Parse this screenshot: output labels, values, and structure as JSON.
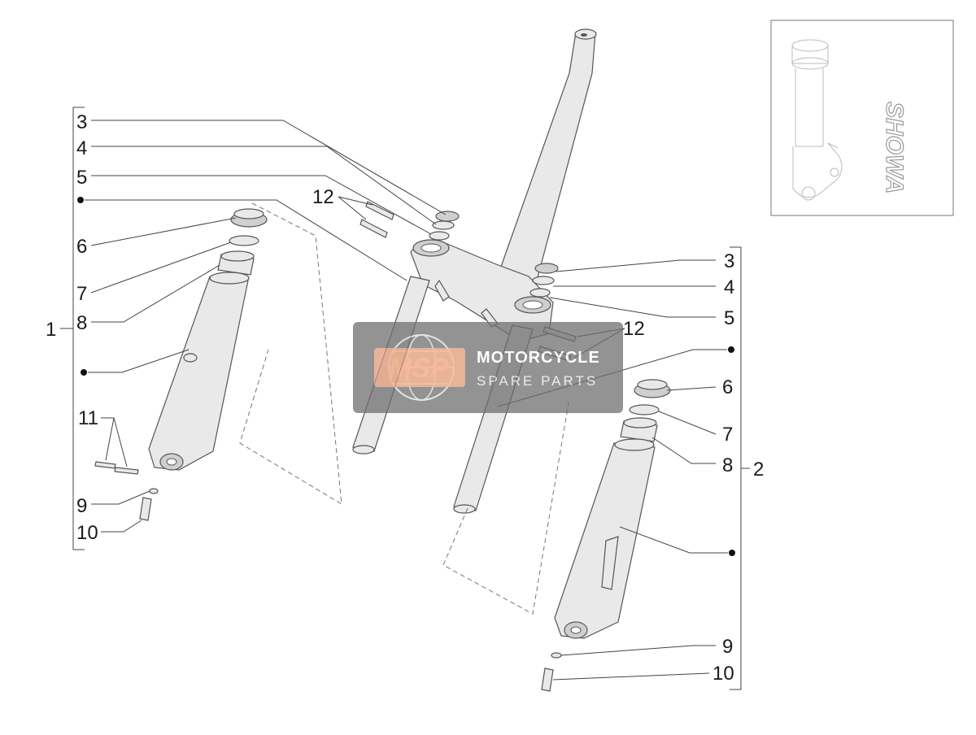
{
  "callouts": {
    "left_group": "1",
    "right_group": "2",
    "l3": "3",
    "l4": "4",
    "l5": "5",
    "l6": "6",
    "l7": "7",
    "l8": "8",
    "l9": "9",
    "l10": "10",
    "l11": "11",
    "l12": "12",
    "r3": "3",
    "r4": "4",
    "r5": "5",
    "r6": "6",
    "r7": "7",
    "r8": "8",
    "r9": "9",
    "r10": "10",
    "r12": "12"
  },
  "watermark": {
    "logo": "MSP",
    "line1": "MOTORCYCLE",
    "line2": "SPARE PARTS"
  },
  "inset": {
    "brand": "SHOWA"
  },
  "colors": {
    "watermark_bg": "#6f6f6f",
    "watermark_accent": "#f4a27a"
  }
}
